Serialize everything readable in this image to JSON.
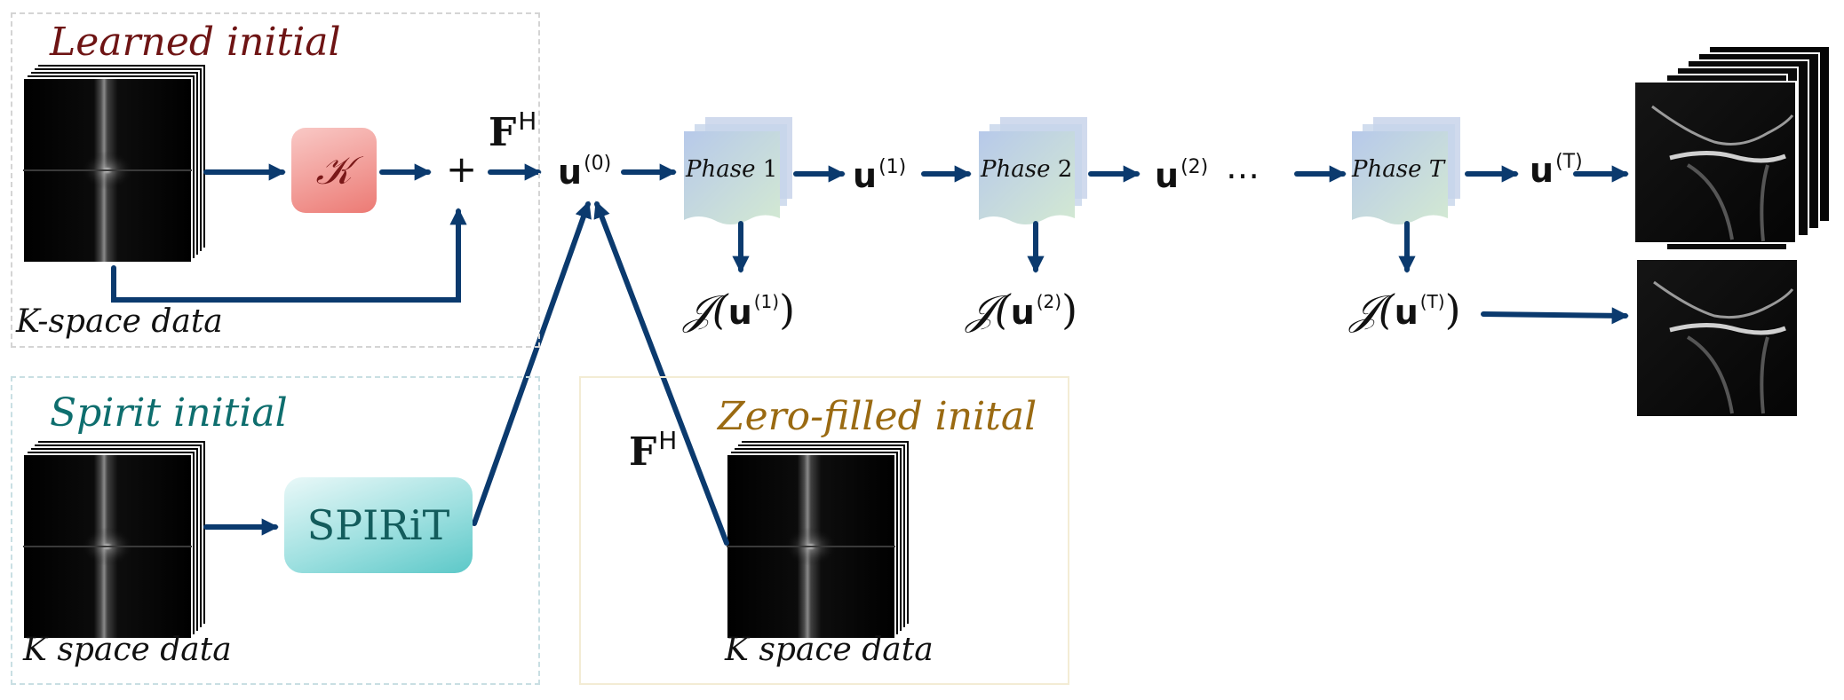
{
  "sections": {
    "learned": {
      "title": "Learned initial",
      "caption": "K-space data",
      "operator": "𝒦"
    },
    "spirit": {
      "title": "Spirit initial",
      "caption": "K space data",
      "operator": "SPIRiT"
    },
    "zero": {
      "title": "Zero-filled inital",
      "caption": "K space data"
    }
  },
  "operators": {
    "plus": "+",
    "fh": "F",
    "fh_sup": "H"
  },
  "pipeline": {
    "u0": {
      "base": "u",
      "sup": "(0)"
    },
    "phases": [
      {
        "prefix": "Phase",
        "index": "1",
        "out": "u",
        "out_sup": "(1)",
        "loss": "𝒥(",
        "loss_sup": "(1)"
      },
      {
        "prefix": "Phase",
        "index": "2",
        "out": "u",
        "out_sup": "(2)",
        "loss": "𝒥(",
        "loss_sup": "(2)"
      },
      {
        "prefix": "Phase",
        "index": "T",
        "out": "u",
        "out_sup": "(T)",
        "loss": "𝒥(",
        "loss_sup": "(T)"
      }
    ],
    "ellipsis": "…",
    "close_paren": ")"
  },
  "colors": {
    "arrow": "#0b3a6e",
    "learned_title": "#6e1414",
    "spirit_title": "#0e6e6e",
    "zero_title": "#9a6a12"
  }
}
